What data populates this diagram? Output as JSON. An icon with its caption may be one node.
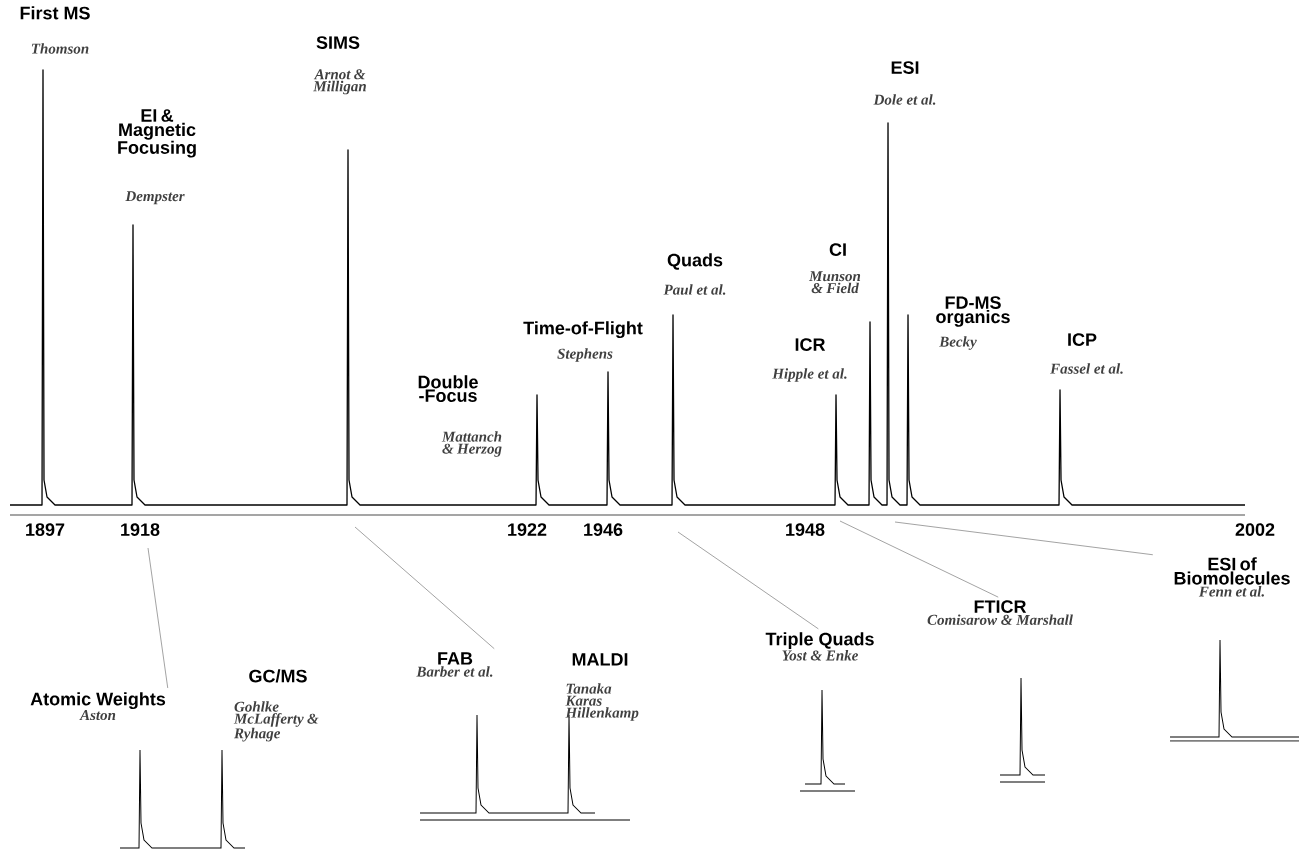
{
  "diagram": {
    "nodes": [
      {
        "text": [
          "Atomic Weights",
          "Aston"
        ]
      },
      {
        "text": [
          "FAB",
          "Barber et al."
        ]
      },
      {
        "text": [
          "Triple Quads",
          "Yost & Enke"
        ]
      },
      {
        "text": [
          "FTICR",
          "Comisarow & Marshall"
        ]
      },
      {
        "text": [
          "ESI of Biomolecules",
          "Fenn et al."
        ]
      }
    ],
    "edges": [
      {
        "from": 0,
        "to": null,
        "arrow": "none"
      },
      {
        "from": 1,
        "to": null,
        "arrow": "none"
      },
      {
        "from": 2,
        "to": null,
        "arrow": "none"
      },
      {
        "from": 3,
        "to": null,
        "arrow": "none"
      },
      {
        "from": 4,
        "to": null,
        "arrow": "none"
      }
    ],
    "labels": [
      "First MS",
      "Thomson",
      "SIMS",
      "Arnot & Milligan",
      "EI & Magnetic Focusing",
      "Dempster",
      "ESI",
      "Dole et al.",
      "Quads",
      "Paul et al.",
      "CI",
      "Munson & Field",
      "Time-of-Flight",
      "Stephens",
      "FD-MS organics",
      "Becky",
      "Double -Focus",
      "Mattanch & Herzog",
      "ICR",
      "Hipple et al.",
      "ICP",
      "Fassel et al.",
      "1897",
      "1918",
      "1922",
      "1946",
      "1948",
      "2002",
      "GC/MS",
      "Gohlke McLafferty & Ryhage",
      "MALDI",
      "Tanaka Karas Hillenkamp"
    ]
  }
}
